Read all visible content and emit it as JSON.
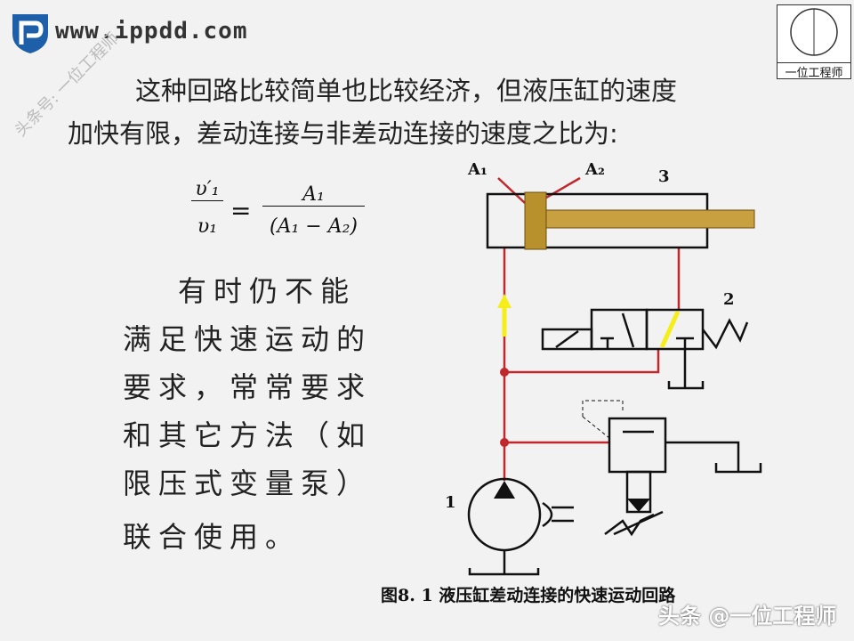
{
  "header": {
    "site": "www.ippdd.com",
    "brand_name": "一位工程师",
    "diagonal_watermark": "头条号: 一位工程师"
  },
  "paragraph": {
    "line1": "这种回路比较简单也比较经济，但液压缸的速度",
    "line2": "加快有限，差动连接与非差动连接的速度之比为:"
  },
  "formula": {
    "lhs_num": "υ′₁",
    "lhs_den": "υ₁",
    "equals": "=",
    "rhs_num": "A₁",
    "rhs_den": "(A₁ − A₂)"
  },
  "side_text": [
    "有时仍不能",
    "满足快速运动的",
    "要求，常常要求",
    "和其它方法（如",
    "限压式变量泵）",
    "联合使用。"
  ],
  "diagram": {
    "labels": {
      "a1": "A₁",
      "a2": "A₂",
      "cylinder": "3",
      "valve": "2",
      "pump": "1"
    },
    "colors": {
      "line": "#c0282d",
      "piston": "#b8902c",
      "arrow": "#f5ee1a"
    }
  },
  "caption": "图8. 1  液压缸差动连接的快速运动回路",
  "watermark": "头条 @一位工程师"
}
